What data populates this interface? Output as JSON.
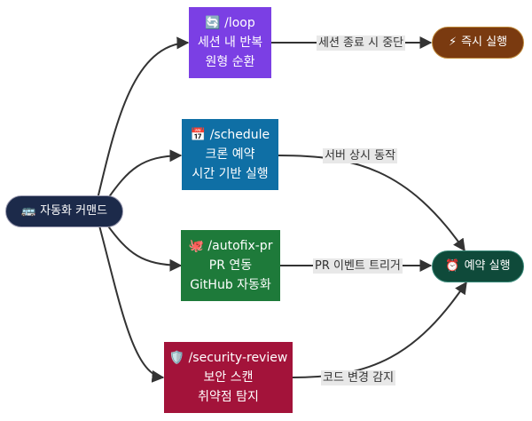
{
  "nodes": {
    "root": {
      "emoji": "🚌",
      "label": "자동화 커맨드",
      "bg": "#1c2a4a",
      "border": "#9a9ab0"
    },
    "loop": {
      "title": "🔄 /loop",
      "line1": "세션 내 반복",
      "line2": "원형 순환",
      "bg": "#7b3fe4"
    },
    "schedule": {
      "title": "📅 /schedule",
      "line1": "크론 예약",
      "line2": "시간 기반 실행",
      "bg": "#0f6fa5"
    },
    "autofix": {
      "title": "🐙 /autofix-pr",
      "line1": "PR 연동",
      "line2": "GitHub 자동화",
      "bg": "#1e7a3a"
    },
    "security": {
      "title": "🛡️ /security-review",
      "line1": "보안 스캔",
      "line2": "취약점 탐지",
      "bg": "#a3133a"
    },
    "immediate": {
      "emoji": "⚡",
      "label": "즉시 실행",
      "bg": "#7a3a10",
      "border": "#c08a3a"
    },
    "reserved": {
      "emoji": "⏰",
      "label": "예약 실행",
      "bg": "#0f4a3a",
      "border": "#3a8a7a"
    }
  },
  "edge_labels": {
    "loop_to_immediate": "세션 종료 시 중단",
    "schedule_to_reserved": "서버 상시 동작",
    "autofix_to_reserved": "PR 이벤트 트리거",
    "security_to_reserved": "코드 변경 감지"
  },
  "colors": {
    "edge": "#333333",
    "edge_label_bg": "#e8e8e8"
  }
}
